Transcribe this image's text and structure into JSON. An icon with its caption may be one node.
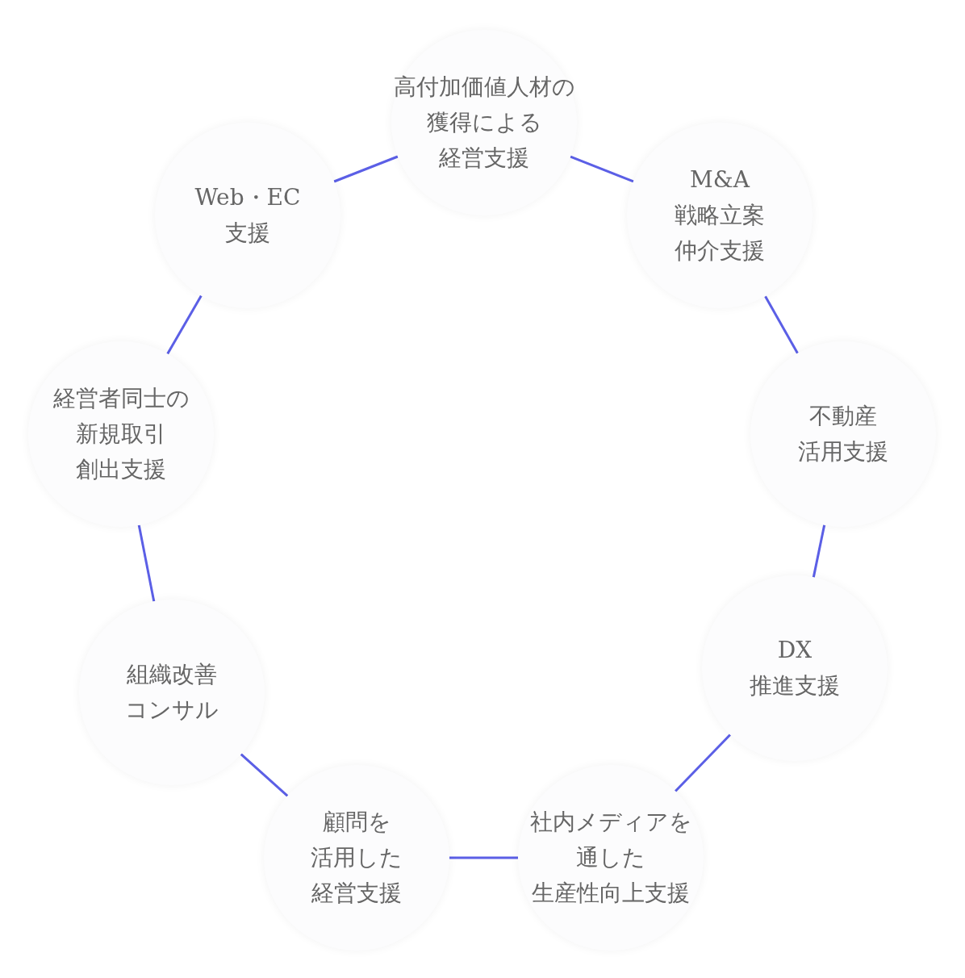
{
  "diagram": {
    "nodes": [
      {
        "text": [
          "高付加価値人材の獲得による経営支援"
        ]
      },
      {
        "text": [
          "M&A戦略立案仲介支援"
        ]
      },
      {
        "text": [
          "不動産活用支援"
        ]
      },
      {
        "text": [
          "DX推進支援"
        ]
      },
      {
        "text": [
          "社内メディアを通した生産性向上支援"
        ]
      },
      {
        "text": [
          "顧問を活用した経営支援"
        ]
      },
      {
        "text": [
          "組織改善コンサル"
        ]
      },
      {
        "text": [
          "経営者同士の新規取引創出支援"
        ]
      },
      {
        "text": [
          "Web・EC支援"
        ]
      }
    ],
    "edges": [
      {
        "from": 0,
        "to": 1,
        "arrow": "none"
      },
      {
        "from": 1,
        "to": 2,
        "arrow": "none"
      },
      {
        "from": 2,
        "to": 3,
        "arrow": "none"
      },
      {
        "from": 3,
        "to": 4,
        "arrow": "none"
      },
      {
        "from": 4,
        "to": 5,
        "arrow": "none"
      },
      {
        "from": 5,
        "to": 6,
        "arrow": "none"
      },
      {
        "from": 6,
        "to": 7,
        "arrow": "none"
      },
      {
        "from": 7,
        "to": 8,
        "arrow": "none"
      },
      {
        "from": 8,
        "to": 0,
        "arrow": "none"
      }
    ]
  }
}
